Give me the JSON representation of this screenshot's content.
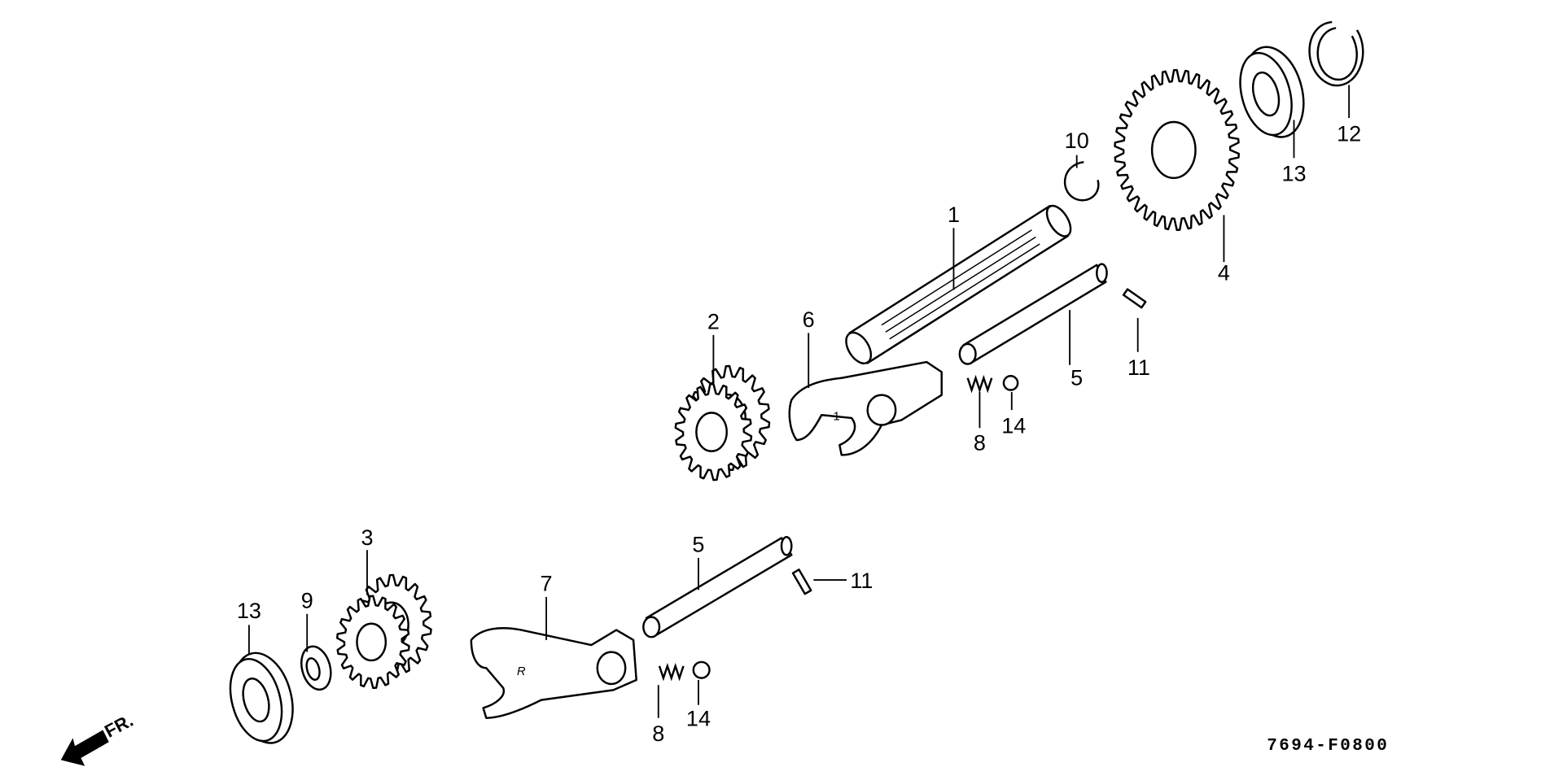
{
  "diagram": {
    "code": "7694-F0800",
    "front_label": "FR.",
    "fork_marks": {
      "upper": "1",
      "lower": "R"
    },
    "callouts": {
      "c1": "1",
      "c2": "2",
      "c3": "3",
      "c4": "4",
      "c5a": "5",
      "c5b": "5",
      "c6": "6",
      "c7": "7",
      "c8a": "8",
      "c8b": "8",
      "c9": "9",
      "c10": "10",
      "c11a": "11",
      "c11b": "11",
      "c12": "12",
      "c13a": "13",
      "c13b": "13",
      "c14a": "14",
      "c14b": "14"
    }
  }
}
